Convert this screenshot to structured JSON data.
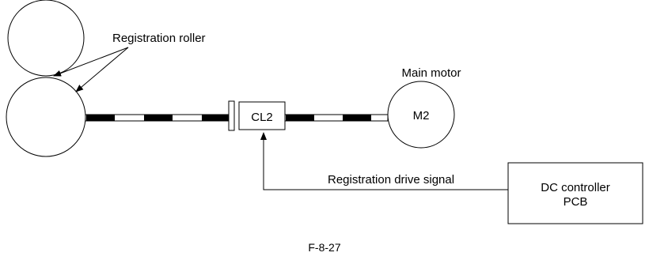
{
  "labels": {
    "registration_roller": "Registration roller",
    "main_motor": "Main motor",
    "clutch": "CL2",
    "motor": "M2",
    "drive_signal": "Registration drive signal",
    "controller_line1": "DC controller",
    "controller_line2": "PCB",
    "figure_id": "F-8-27"
  },
  "colors": {
    "stroke": "#000000",
    "shaft_dark": "#000000",
    "shaft_light": "#ffffff",
    "background": "#ffffff"
  }
}
